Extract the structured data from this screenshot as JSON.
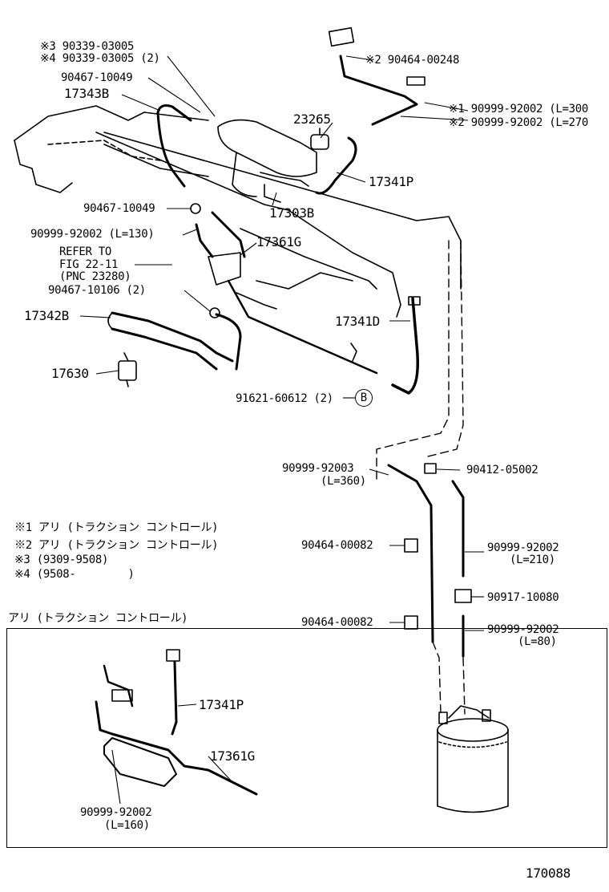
{
  "labels": {
    "note3_part": "※3 90339-03005",
    "note4_part": "※4 90339-03005 (2)",
    "p90467_10049_top": "90467-10049",
    "p17343B": "17343B",
    "p23265": "23265",
    "p90464_00248": "※2 90464-00248",
    "p90999_l300": "※1 90999-92002 (L=300",
    "p90999_l270": "※2 90999-92002 (L=270",
    "p17341P": "17341P",
    "p90467_10049_mid": "90467-10049",
    "p17303B": "17303B",
    "p90999_l130": "90999-92002 (L=130)",
    "p17361G": "17361G",
    "refer_line1": "REFER TO",
    "refer_line2": "FIG 22-11",
    "refer_line3": "(PNC 23280)",
    "p90467_10106": "90467-10106 (2)",
    "p17342B": "17342B",
    "p17341D": "17341D",
    "p17630": "17630",
    "p91621": "91621-60612 (2)",
    "circle_b": "B",
    "p90999_92003": "90999-92003",
    "p90999_92003_len": "(L=360)",
    "p90412_05002": "90412-05002",
    "p90464_00082_a": "90464-00082",
    "p90999_l210": "90999-92002",
    "p90999_l210_len": "(L=210)",
    "p90917_10080": "90917-10080",
    "p90464_00082_b": "90464-00082",
    "p90999_l80": "90999-92002",
    "p90999_l80_len": "(L=80)"
  },
  "notes": [
    "※1 アリ (トラクション コントロール)",
    "※2 アリ (トラクション コントロール)",
    "※3 (9309-9508)",
    "※4 (9508-        )"
  ],
  "inset": {
    "title": "アリ (トラクション コントロール)",
    "p17341P": "17341P",
    "p17361G": "17361G",
    "p90999": "90999-92002",
    "p90999_len": "(L=160)"
  },
  "figure_number": "170088"
}
